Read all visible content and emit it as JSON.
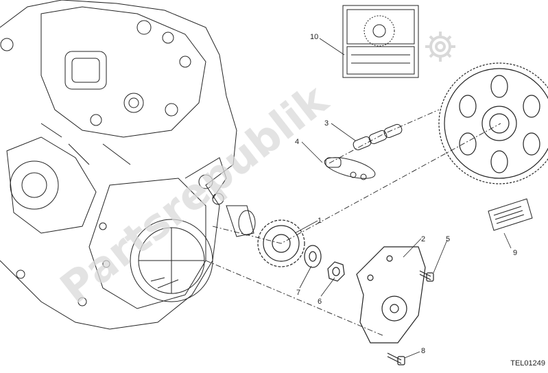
{
  "diagram": {
    "reference_code": "TEL01249",
    "callouts": [
      "1",
      "2",
      "3",
      "4",
      "5",
      "6",
      "7",
      "8",
      "9",
      "10"
    ],
    "watermark": "Partsrepublik",
    "icons": [
      "gear-icon"
    ],
    "colors": {
      "line": "#222222",
      "watermark": "#d9d9d9",
      "background": "#ffffff"
    }
  }
}
